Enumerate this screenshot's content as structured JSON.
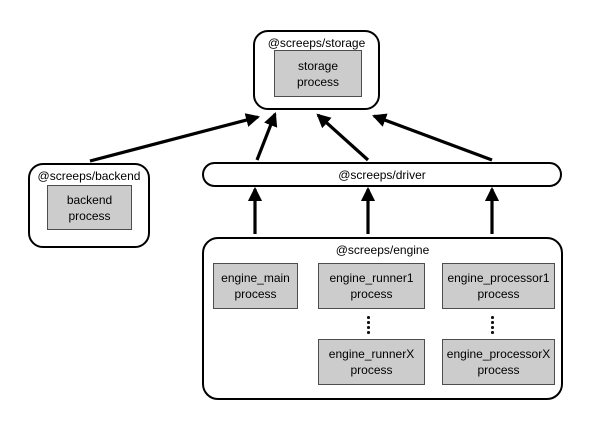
{
  "diagram": {
    "colors": {
      "background": "#ffffff",
      "node_fill": "#ffffff",
      "node_border": "#000000",
      "process_fill": "#cccccc",
      "process_border": "#4d4d4d",
      "arrow": "#000000"
    },
    "nodes": {
      "storage": {
        "title": "@screeps/storage",
        "process": "storage\nprocess"
      },
      "backend": {
        "title": "@screeps/backend",
        "process": "backend\nprocess"
      },
      "driver": {
        "title": "@screeps/driver"
      },
      "engine": {
        "title": "@screeps/engine",
        "processes": {
          "main": "engine_main\nprocess",
          "runner1": "engine_runner1\nprocess",
          "processor1": "engine_processor1\nprocess",
          "runnerX": "engine_runnerX\nprocess",
          "processorX": "engine_processorX\nprocess"
        }
      }
    },
    "edges": [
      {
        "from": "backend",
        "to": "storage"
      },
      {
        "from": "driver",
        "to": "storage"
      },
      {
        "from": "driver",
        "to": "storage"
      },
      {
        "from": "driver",
        "to": "storage"
      },
      {
        "from": "engine",
        "to": "driver"
      },
      {
        "from": "engine",
        "to": "driver"
      },
      {
        "from": "engine",
        "to": "driver"
      }
    ]
  }
}
